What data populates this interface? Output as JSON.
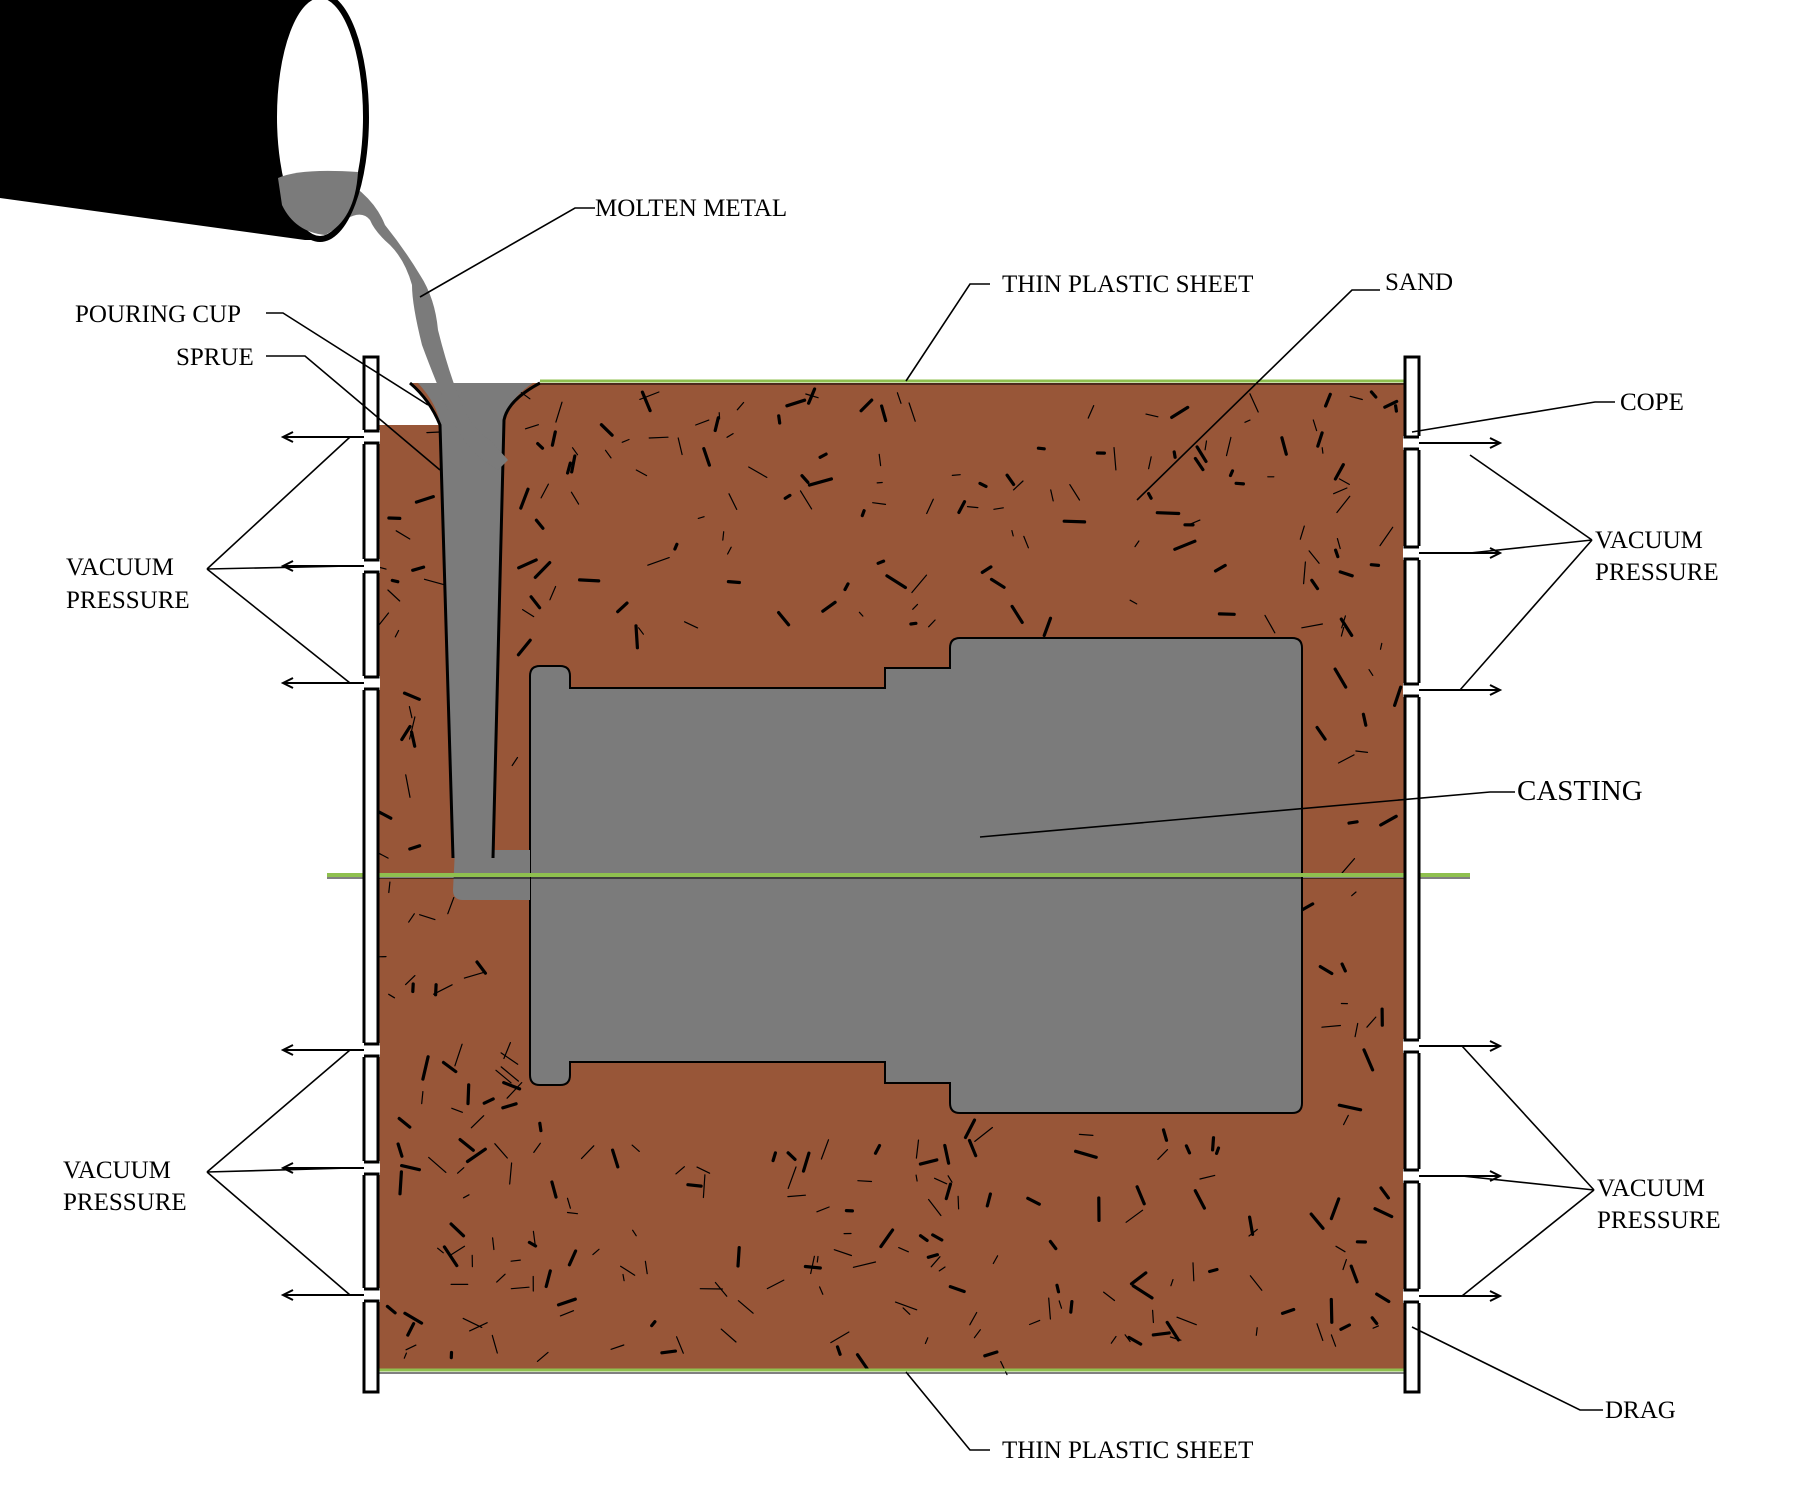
{
  "labels": {
    "molten_metal": "MOLTEN METAL",
    "pouring_cup": "POURING CUP",
    "sprue": "SPRUE",
    "thin_plastic_sheet_top": "THIN PLASTIC SHEET",
    "thin_plastic_sheet_bottom": "THIN PLASTIC SHEET",
    "sand": "SAND",
    "cope": "COPE",
    "drag": "DRAG",
    "casting": "CASTING",
    "vacuum_word": "VACUUM",
    "pressure_word": "PRESSURE"
  },
  "colors": {
    "sand": "#985638",
    "metal": "#7b7b7b",
    "ladle": "#000000",
    "plastic_sheet": "#8fc04f",
    "outline": "#000000",
    "background": "#ffffff"
  }
}
